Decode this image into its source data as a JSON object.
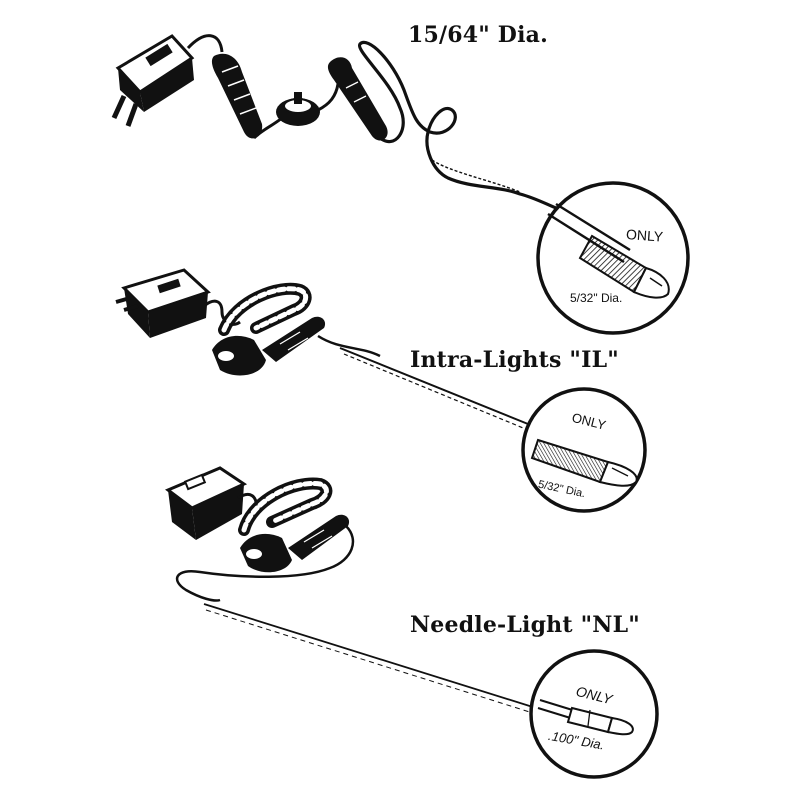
{
  "products": [
    {
      "caption": "15/64\" Dia.",
      "detail": {
        "only": "ONLY",
        "diameter": "5/32\" Dia."
      }
    },
    {
      "caption": "Intra-Lights \"IL\"",
      "detail": {
        "only": "ONLY",
        "diameter": "5/32\" Dia."
      }
    },
    {
      "caption": "Needle-Light \"NL\"",
      "detail": {
        "only": "ONLY",
        "diameter": ".100\" Dia."
      }
    }
  ],
  "colors": {
    "ink": "#111111",
    "paper": "#ffffff"
  }
}
